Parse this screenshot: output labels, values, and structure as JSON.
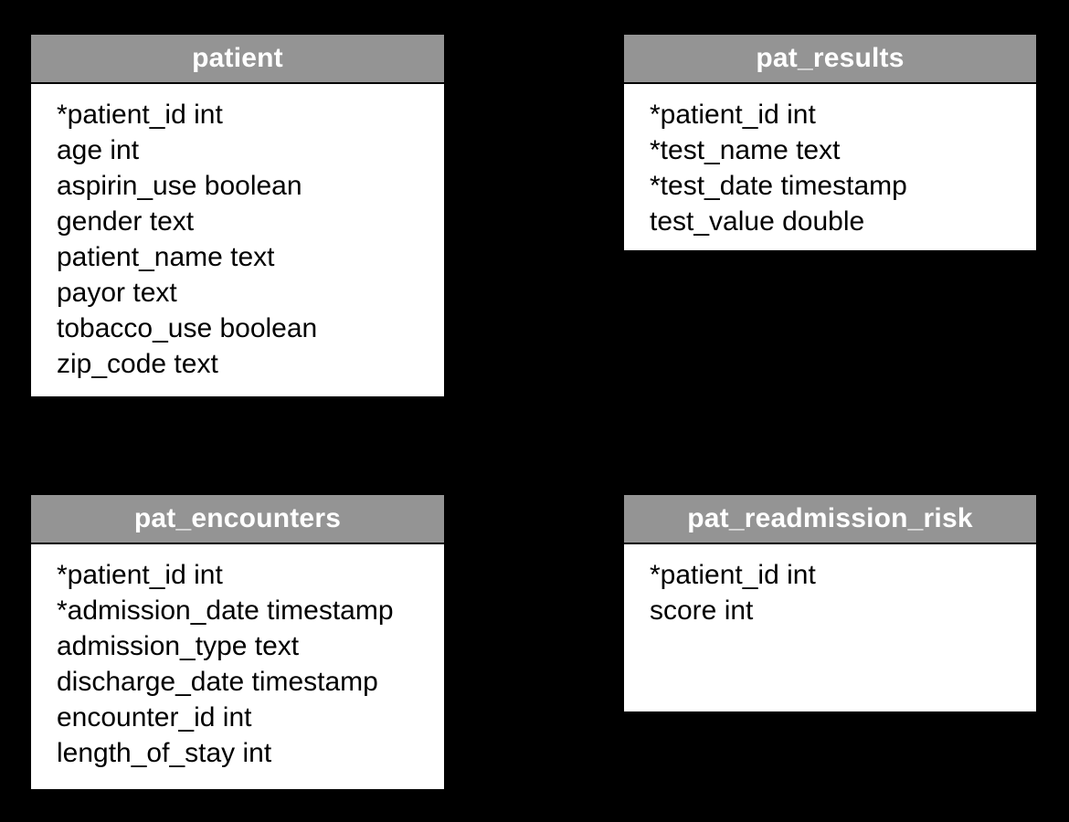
{
  "diagram": {
    "type": "entity-relationship-diagram",
    "background_color": "#000000",
    "header_color": "#949494",
    "header_text_color": "#ffffff",
    "body_color": "#ffffff",
    "body_text_color": "#000000",
    "border_color": "#000000",
    "primary_key_marker": "*"
  },
  "entities": [
    {
      "name": "patient",
      "title": "patient",
      "fields": [
        {
          "text": "*patient_id int",
          "column": "patient_id",
          "datatype": "int",
          "primary_key": true
        },
        {
          "text": "age int",
          "column": "age",
          "datatype": "int",
          "primary_key": false
        },
        {
          "text": "aspirin_use boolean",
          "column": "aspirin_use",
          "datatype": "boolean",
          "primary_key": false
        },
        {
          "text": "gender text",
          "column": "gender",
          "datatype": "text",
          "primary_key": false
        },
        {
          "text": "patient_name text",
          "column": "patient_name",
          "datatype": "text",
          "primary_key": false
        },
        {
          "text": "payor text",
          "column": "payor",
          "datatype": "text",
          "primary_key": false
        },
        {
          "text": "tobacco_use boolean",
          "column": "tobacco_use",
          "datatype": "boolean",
          "primary_key": false
        },
        {
          "text": "zip_code text",
          "column": "zip_code",
          "datatype": "text",
          "primary_key": false
        }
      ]
    },
    {
      "name": "pat_results",
      "title": "pat_results",
      "fields": [
        {
          "text": "*patient_id int",
          "column": "patient_id",
          "datatype": "int",
          "primary_key": true
        },
        {
          "text": "*test_name text",
          "column": "test_name",
          "datatype": "text",
          "primary_key": true
        },
        {
          "text": "*test_date timestamp",
          "column": "test_date",
          "datatype": "timestamp",
          "primary_key": true
        },
        {
          "text": "test_value double",
          "column": "test_value",
          "datatype": "double",
          "primary_key": false
        }
      ]
    },
    {
      "name": "pat_encounters",
      "title": "pat_encounters",
      "fields": [
        {
          "text": "*patient_id int",
          "column": "patient_id",
          "datatype": "int",
          "primary_key": true
        },
        {
          "text": "*admission_date timestamp",
          "column": "admission_date",
          "datatype": "timestamp",
          "primary_key": true
        },
        {
          "text": "admission_type text",
          "column": "admission_type",
          "datatype": "text",
          "primary_key": false
        },
        {
          "text": "discharge_date timestamp",
          "column": "discharge_date",
          "datatype": "timestamp",
          "primary_key": false
        },
        {
          "text": "encounter_id int",
          "column": "encounter_id",
          "datatype": "int",
          "primary_key": false
        },
        {
          "text": "length_of_stay int",
          "column": "length_of_stay",
          "datatype": "int",
          "primary_key": false
        }
      ]
    },
    {
      "name": "pat_readmission_risk",
      "title": "pat_readmission_risk",
      "fields": [
        {
          "text": "*patient_id int",
          "column": "patient_id",
          "datatype": "int",
          "primary_key": true
        },
        {
          "text": "score int",
          "column": "score",
          "datatype": "int",
          "primary_key": false
        }
      ]
    }
  ]
}
